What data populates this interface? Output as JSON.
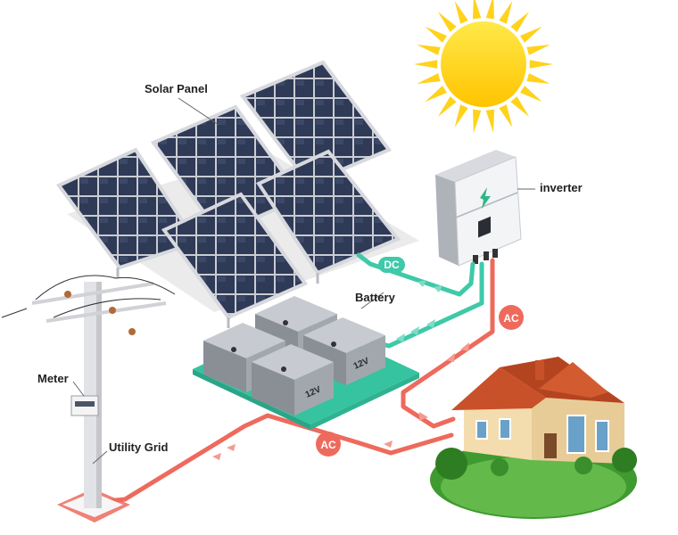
{
  "labels": {
    "solar_panel": "Solar Panel",
    "inverter": "inverter",
    "battery": "Battery",
    "meter": "Meter",
    "utility_grid": "Utility Grid"
  },
  "connectors": {
    "dc": "DC",
    "ac_inverter": "AC",
    "ac_grid": "AC"
  },
  "battery_marking": "12V",
  "colors": {
    "dc_line": "#3fc9a8",
    "ac_line": "#ee6a5d",
    "sun": "#ffd21c",
    "panel_cell": "#2f3a57",
    "panel_frame": "#c9ccd2",
    "battery_body": "#8a8f96",
    "battery_base": "#36c3a0",
    "grass": "#3f9a2f",
    "roof": "#c8512a"
  },
  "icons": [
    "sun-icon",
    "solar-panel-icon",
    "inverter-icon",
    "battery-icon",
    "utility-pole-icon",
    "meter-icon",
    "house-icon"
  ]
}
